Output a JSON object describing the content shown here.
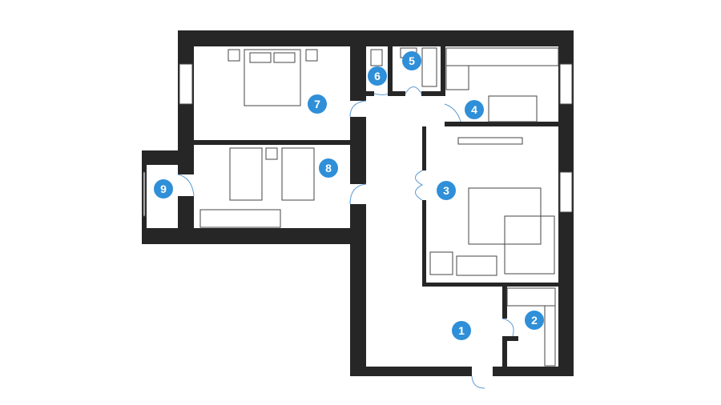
{
  "plan": {
    "rooms": [
      {
        "id": "room-1",
        "label": "1"
      },
      {
        "id": "room-2",
        "label": "2"
      },
      {
        "id": "room-3",
        "label": "3"
      },
      {
        "id": "room-4",
        "label": "4"
      },
      {
        "id": "room-5",
        "label": "5"
      },
      {
        "id": "room-6",
        "label": "6"
      },
      {
        "id": "room-7",
        "label": "7"
      },
      {
        "id": "room-8",
        "label": "8"
      },
      {
        "id": "room-9",
        "label": "9"
      }
    ],
    "colors": {
      "wall": "#262626",
      "badge": "#2f8fd8",
      "door": "#5b9bd5"
    }
  }
}
